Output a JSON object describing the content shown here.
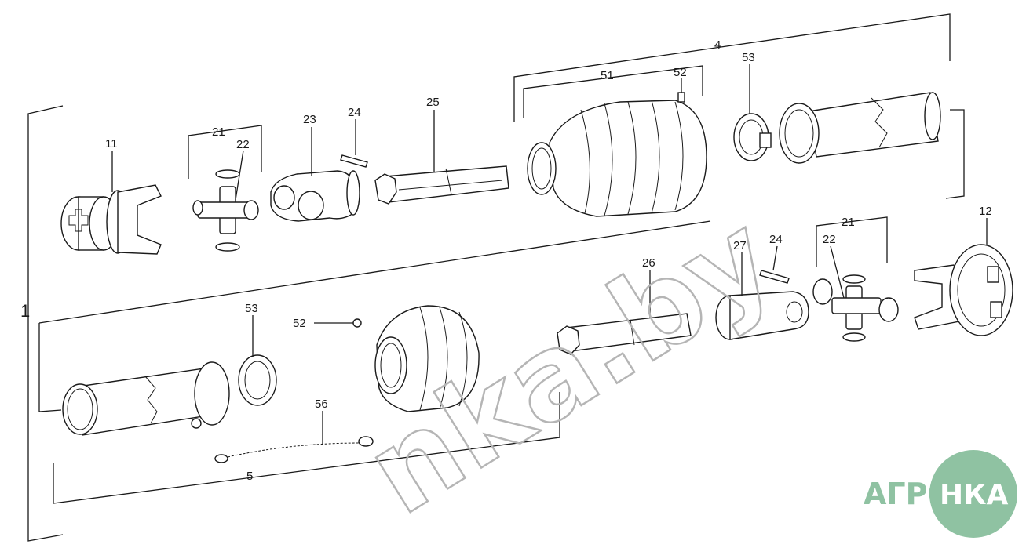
{
  "callouts": {
    "n1": "1",
    "n4": "4",
    "n5": "5",
    "n11": "11",
    "n12": "12",
    "n21a": "21",
    "n22a": "22",
    "n23": "23",
    "n24a": "24",
    "n25": "25",
    "n51": "51",
    "n52a": "52",
    "n53a": "53",
    "n21b": "21",
    "n22b": "22",
    "n24b": "24",
    "n26": "26",
    "n27": "27",
    "n52b": "52",
    "n53b": "53",
    "n56": "56"
  },
  "watermark": "nka.by",
  "logo": {
    "left_text": "АГРО",
    "circle_text": "НКА",
    "color": "#8fc2a2"
  }
}
